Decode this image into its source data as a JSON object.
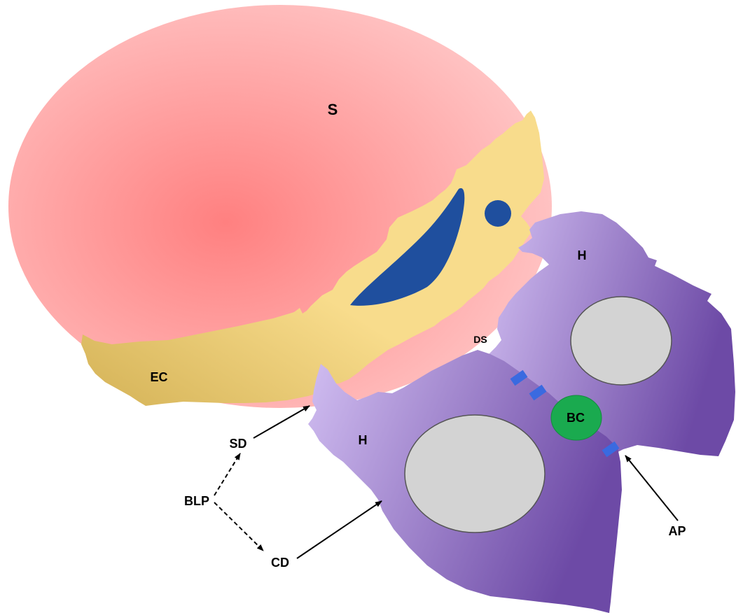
{
  "labels": {
    "sinusoid": "S",
    "endothelial_cell": "EC",
    "disse_space": "DS",
    "hepatocyte_upper": "H",
    "hepatocyte_lower": "H",
    "bile_canaliculus": "BC",
    "apical_pole": "AP",
    "sinusoidal_domain": "SD",
    "basolateral_pole": "BLP",
    "canalicular_domain": "CD"
  },
  "colors": {
    "sinusoid_center": "#ff8080",
    "sinusoid_edge": "#ffc4c4",
    "endothelial_light": "#f8dc8c",
    "endothelial_dark": "#d4b256",
    "fenestra": "#1f4f9e",
    "hepatocyte_light": "#d2bff2",
    "hepatocyte_dark": "#6d4aa6",
    "nucleus": "#d3d3d3",
    "bile_canaliculus": "#1aaa4f",
    "junction": "#3a6ae0",
    "arrow": "#000000"
  },
  "icons": {
    "fenestra_large": "leaf-shape",
    "fenestra_small": "circle-shape",
    "junction": "bar-shape"
  }
}
